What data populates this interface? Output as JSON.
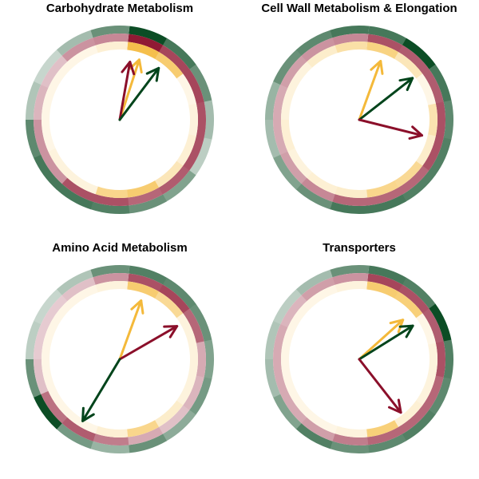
{
  "figure": {
    "colors": {
      "green": "#00441B",
      "red": "#8B0F2A",
      "yellow": "#F4B93A"
    },
    "ring_order_outer_to_inner": [
      "green",
      "red",
      "yellow"
    ]
  },
  "chart_data": [
    {
      "type": "circular-heatmap-with-vectors",
      "title": "Carbohydrate Metabolism",
      "rings": {
        "green": [
          0.95,
          0.7,
          0.55,
          0.3,
          0.2,
          0.45,
          0.55,
          0.65,
          0.7,
          0.7,
          0.6,
          0.25,
          0.15,
          0.3,
          0.55
        ],
        "red": [
          0.95,
          0.75,
          0.75,
          0.7,
          0.7,
          0.65,
          0.6,
          0.7,
          0.7,
          0.4,
          0.4,
          0.25,
          0.2,
          0.4,
          0.45
        ],
        "yellow": [
          0.9,
          0.7,
          0.05,
          0.1,
          0.15,
          0.3,
          0.7,
          0.55,
          0.1,
          0.1,
          0.05,
          0.05,
          0.05,
          0.05,
          0.15
        ]
      },
      "vectors": [
        {
          "color": "yellow",
          "angle_deg": 18,
          "length": 0.86
        },
        {
          "color": "red",
          "angle_deg": 10,
          "length": 0.8
        },
        {
          "color": "green",
          "angle_deg": 37,
          "length": 0.88
        }
      ]
    },
    {
      "type": "circular-heatmap-with-vectors",
      "title": "Cell Wall Metabolism & Elongation",
      "rings": {
        "green": [
          0.7,
          0.95,
          0.7,
          0.6,
          0.65,
          0.65,
          0.7,
          0.7,
          0.55,
          0.45,
          0.3,
          0.35,
          0.55,
          0.6,
          0.7
        ],
        "red": [
          0.7,
          0.65,
          0.65,
          0.7,
          0.7,
          0.6,
          0.6,
          0.6,
          0.45,
          0.35,
          0.3,
          0.3,
          0.35,
          0.4,
          0.45
        ],
        "yellow": [
          0.6,
          0.3,
          0.05,
          0.35,
          0.2,
          0.5,
          0.55,
          0.2,
          0.15,
          0.1,
          0.15,
          0.1,
          0.1,
          0.2,
          0.4
        ]
      },
      "vectors": [
        {
          "color": "yellow",
          "angle_deg": 20,
          "length": 0.85
        },
        {
          "color": "green",
          "angle_deg": 52,
          "length": 0.92
        },
        {
          "color": "red",
          "angle_deg": 104,
          "length": 0.88
        }
      ]
    },
    {
      "type": "circular-heatmap-with-vectors",
      "title": "Amino Acid Metabolism",
      "rings": {
        "green": [
          0.65,
          0.6,
          0.55,
          0.45,
          0.5,
          0.4,
          0.55,
          0.35,
          0.5,
          0.95,
          0.55,
          0.2,
          0.15,
          0.25,
          0.55
        ],
        "red": [
          0.7,
          0.75,
          0.6,
          0.3,
          0.25,
          0.2,
          0.3,
          0.5,
          0.65,
          0.55,
          0.2,
          0.15,
          0.15,
          0.2,
          0.4
        ],
        "yellow": [
          0.7,
          0.5,
          0.1,
          0.1,
          0.1,
          0.2,
          0.55,
          0.15,
          0.05,
          0.05,
          0.05,
          0.05,
          0.05,
          0.05,
          0.1
        ]
      },
      "vectors": [
        {
          "color": "yellow",
          "angle_deg": 20,
          "length": 0.85
        },
        {
          "color": "red",
          "angle_deg": 60,
          "length": 0.9
        },
        {
          "color": "green",
          "angle_deg": 211,
          "length": 0.98
        }
      ]
    },
    {
      "type": "circular-heatmap-with-vectors",
      "title": "Transporters",
      "rings": {
        "green": [
          0.7,
          0.65,
          0.95,
          0.65,
          0.6,
          0.65,
          0.6,
          0.55,
          0.65,
          0.45,
          0.3,
          0.25,
          0.2,
          0.3,
          0.55
        ],
        "red": [
          0.75,
          0.7,
          0.65,
          0.7,
          0.6,
          0.6,
          0.6,
          0.5,
          0.35,
          0.3,
          0.3,
          0.3,
          0.25,
          0.35,
          0.4
        ],
        "yellow": [
          0.7,
          0.65,
          0.05,
          0.1,
          0.1,
          0.15,
          0.65,
          0.1,
          0.05,
          0.05,
          0.05,
          0.05,
          0.05,
          0.05,
          0.1
        ]
      },
      "vectors": [
        {
          "color": "yellow",
          "angle_deg": 48,
          "length": 0.8
        },
        {
          "color": "green",
          "angle_deg": 58,
          "length": 0.86
        },
        {
          "color": "red",
          "angle_deg": 142,
          "length": 0.92
        }
      ]
    }
  ]
}
